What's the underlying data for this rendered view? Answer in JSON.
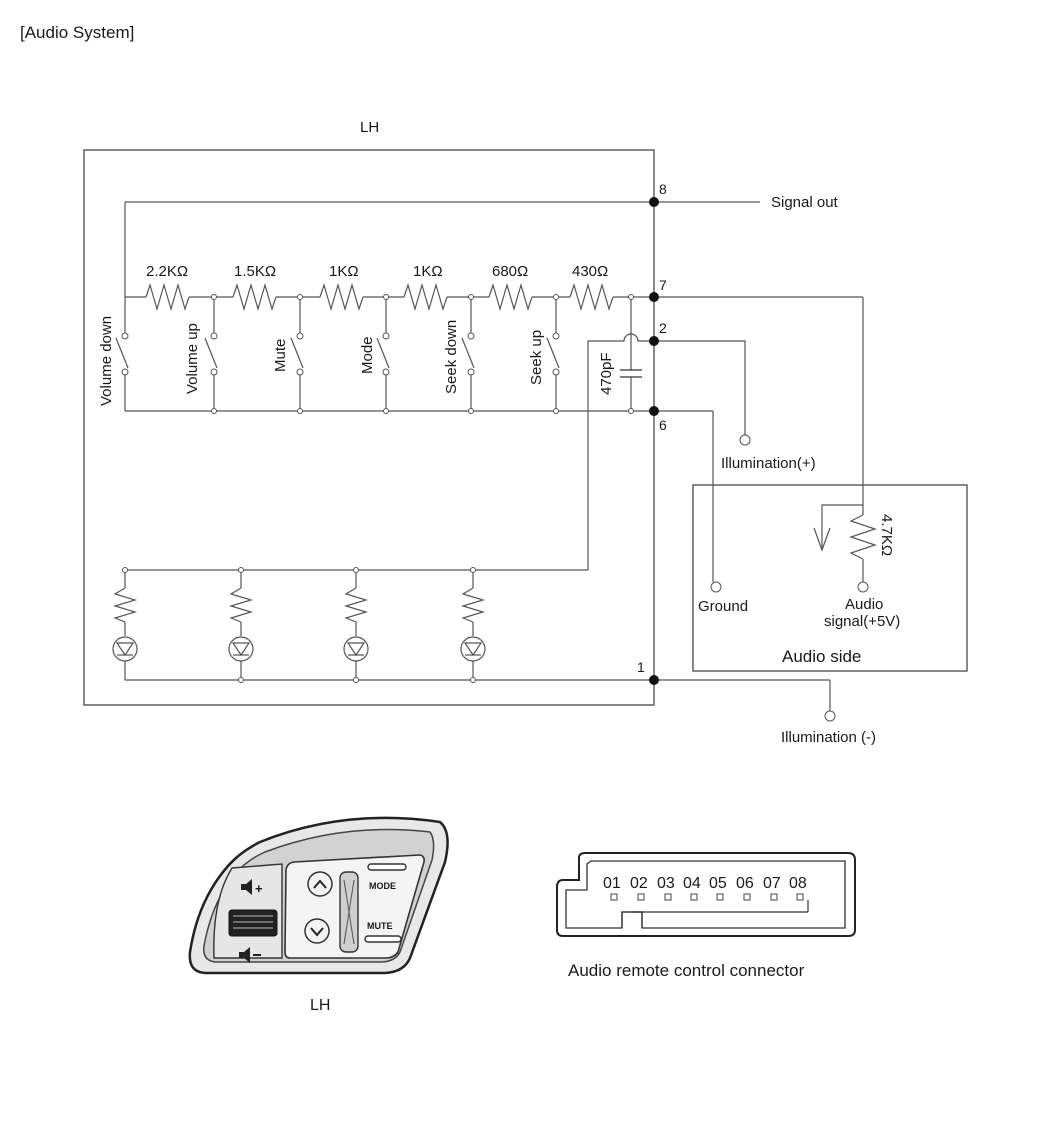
{
  "header": {
    "title": "[Audio System]"
  },
  "schematic": {
    "module_label": "LH",
    "signal_out": "Signal out",
    "resistors": [
      "2.2KΩ",
      "1.5KΩ",
      "1KΩ",
      "1KΩ",
      "680Ω",
      "430Ω"
    ],
    "switches": [
      "Volume down",
      "Volume up",
      "Mute",
      "Mode",
      "Seek down",
      "Seek up"
    ],
    "capacitor": "470pF",
    "pins": {
      "p8": "8",
      "p7": "7",
      "p2": "2",
      "p6": "6",
      "p1": "1"
    },
    "illumination_plus": "Illumination(+)",
    "illumination_minus": "Illumination (-)",
    "audio_side": {
      "title": "Audio side",
      "resistor": "4.7KΩ",
      "ground": "Ground",
      "audio_signal_line1": "Audio",
      "audio_signal_line2": "signal(+5V)"
    }
  },
  "switch_panel": {
    "caption": "LH",
    "mode_label": "MODE",
    "mute_label": "MUTE",
    "vol_up_icon": "speaker-plus-icon",
    "vol_down_icon": "speaker-minus-icon",
    "seek_up_icon": "chevron-up-icon",
    "seek_down_icon": "chevron-down-icon"
  },
  "connector": {
    "pins": [
      "01",
      "02",
      "03",
      "04",
      "05",
      "06",
      "07",
      "08"
    ],
    "caption": "Audio remote control connector"
  }
}
